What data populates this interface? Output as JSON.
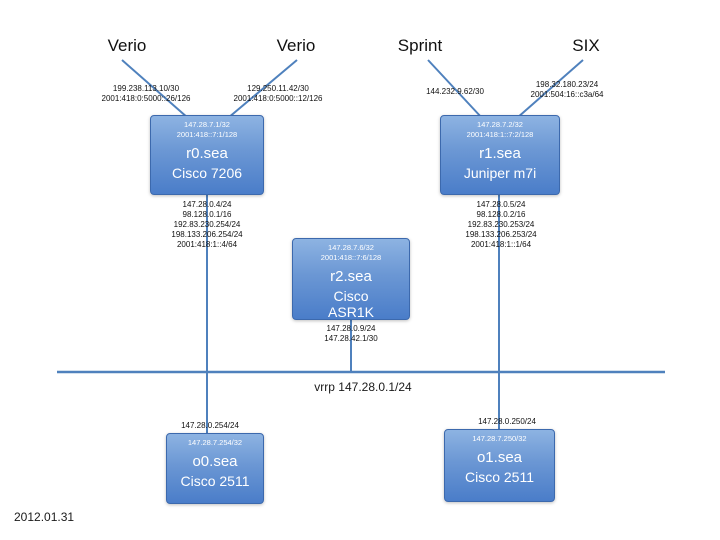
{
  "slide": {
    "date": "2012.01.31",
    "bus_label": "vrrp 147.28.0.1/24"
  },
  "colors": {
    "box_top": "#8db3e2",
    "box_bottom": "#4a7dc9",
    "box_border": "#3c69ad",
    "line": "#4f81bd"
  },
  "uplinks": [
    {
      "provider": "Verio",
      "addresses": [
        "199.238.113.10/30",
        "2001:418:0:5000::26/126"
      ]
    },
    {
      "provider": "Verio",
      "addresses": [
        "129.250.11.42/30",
        "2001:418:0:5000::12/126"
      ]
    },
    {
      "provider": "Sprint",
      "addresses": [
        "144.232.9.62/30"
      ]
    },
    {
      "provider": "SIX",
      "addresses": [
        "198.32.180.23/24",
        "2001:504:16::c3a/64"
      ]
    }
  ],
  "routers": {
    "r0": {
      "loopbacks": [
        "147.28.7.1/32",
        "2001:418::7:1/128"
      ],
      "name": "r0.sea",
      "model": "Cisco 7206",
      "interfaces": [
        "147.28.0.4/24",
        "98.128.0.1/16",
        "192.83.230.254/24",
        "198.133.206.254/24",
        "2001:418:1::4/64"
      ]
    },
    "r1": {
      "loopbacks": [
        "147.28.7.2/32",
        "2001:418:1::7:2/128"
      ],
      "name": "r1.sea",
      "model": "Juniper m7i",
      "interfaces": [
        "147.28.0.5/24",
        "98.128.0.2/16",
        "192.83.230.253/24",
        "198.133.206.253/24",
        "2001:418:1::1/64"
      ]
    },
    "r2": {
      "loopbacks": [
        "147.28.7.6/32",
        "2001:418::7:6/128"
      ],
      "name": "r2.sea",
      "model": "Cisco\nASR1K",
      "interfaces": [
        "147.28.0.9/24",
        "147.28.42.1/30"
      ]
    },
    "o0": {
      "loopbacks": [
        "147.28.7.254/32"
      ],
      "name": "o0.sea",
      "model": "Cisco 2511",
      "interfaces": [
        "147.28.0.254/24"
      ]
    },
    "o1": {
      "loopbacks": [
        "147.28.7.250/32"
      ],
      "name": "o1.sea",
      "model": "Cisco 2511",
      "interfaces": [
        "147.28.0.250/24"
      ]
    }
  }
}
